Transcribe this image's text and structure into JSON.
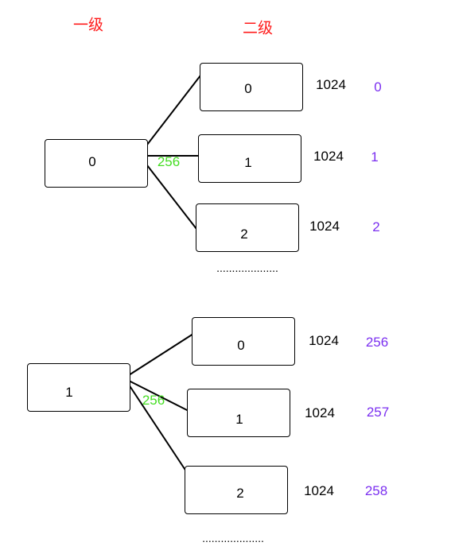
{
  "headings": {
    "level1": "一级",
    "level2": "二级"
  },
  "colors": {
    "heading": "#ff1a1a",
    "stride": "#44dd22",
    "index": "#7b2ff0",
    "text": "#000000"
  },
  "groups": [
    {
      "root_label": "0",
      "stride_label": "256",
      "children": [
        {
          "label": "0",
          "size": "1024",
          "index": "0"
        },
        {
          "label": "1",
          "size": "1024",
          "index": "1"
        },
        {
          "label": "2",
          "size": "1024",
          "index": "2"
        }
      ],
      "ellipsis": "...................."
    },
    {
      "root_label": "1",
      "stride_label": "256",
      "children": [
        {
          "label": "0",
          "size": "1024",
          "index": "256"
        },
        {
          "label": "1",
          "size": "1024",
          "index": "257"
        },
        {
          "label": "2",
          "size": "1024",
          "index": "258"
        }
      ],
      "ellipsis": "...................."
    }
  ]
}
